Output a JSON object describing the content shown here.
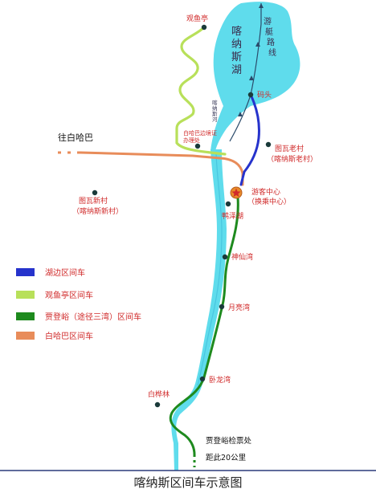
{
  "title": "喀纳斯区间车示意图",
  "lake": {
    "name": "喀纳斯湖",
    "route": "游艇路线"
  },
  "river_label": "喀纳斯河",
  "places": {
    "guanyuting": "观鱼亭",
    "matou": "码头",
    "tuwa_old": "图瓦老村",
    "tuwa_old_sub": "（喀纳斯老村）",
    "tuwa_new": "图瓦新村",
    "tuwa_new_sub": "（喀纳斯新村）",
    "border_office": "白哈巴边境证办理处",
    "to_baihaba": "往白哈巴",
    "visitor_center": "游客中心",
    "visitor_center_sub": "（换乘中心）",
    "duck_lake": "鸭泽湖",
    "shenxian_wan": "神仙湾",
    "yueliang_wan": "月亮湾",
    "wolong_wan": "卧龙湾",
    "baihua_lin": "白桦林",
    "ticket_office": "贾登峪检票处",
    "distance": "距此20公里"
  },
  "legend": [
    {
      "label": "湖边区间车",
      "color": "#2633cc"
    },
    {
      "label": "观鱼亭区间车",
      "color": "#b8e05a"
    },
    {
      "label": "贾登峪（途径三湾）区间车",
      "color": "#1e8a1e"
    },
    {
      "label": "白哈巴区间车",
      "color": "#e88c5a"
    }
  ],
  "colors": {
    "water": "#5fdcec",
    "water_dark": "#3ab8d8",
    "lakeside": "#2633cc",
    "guanyu": "#b8e05a",
    "jiadengyu": "#1e8a1e",
    "baihaba": "#e88c5a",
    "title_rule": "#2a3a7a"
  }
}
